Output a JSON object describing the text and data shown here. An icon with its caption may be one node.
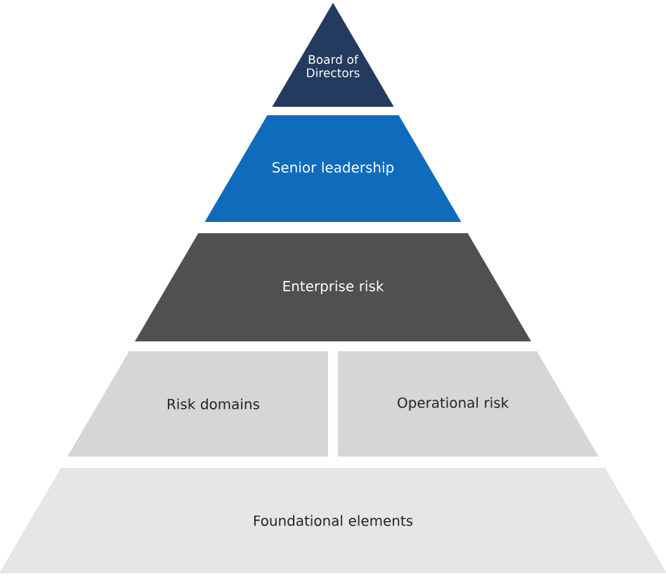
{
  "diagram": {
    "nodes": [
      {
        "text": [
          "Board of Directors"
        ]
      },
      {
        "text": [
          "Senior leadership"
        ]
      },
      {
        "text": [
          "Enterprise risk"
        ]
      },
      {
        "text": [
          "Risk domains"
        ]
      },
      {
        "text": [
          "Operational risk"
        ]
      },
      {
        "text": [
          "Foundational elements"
        ]
      }
    ]
  }
}
